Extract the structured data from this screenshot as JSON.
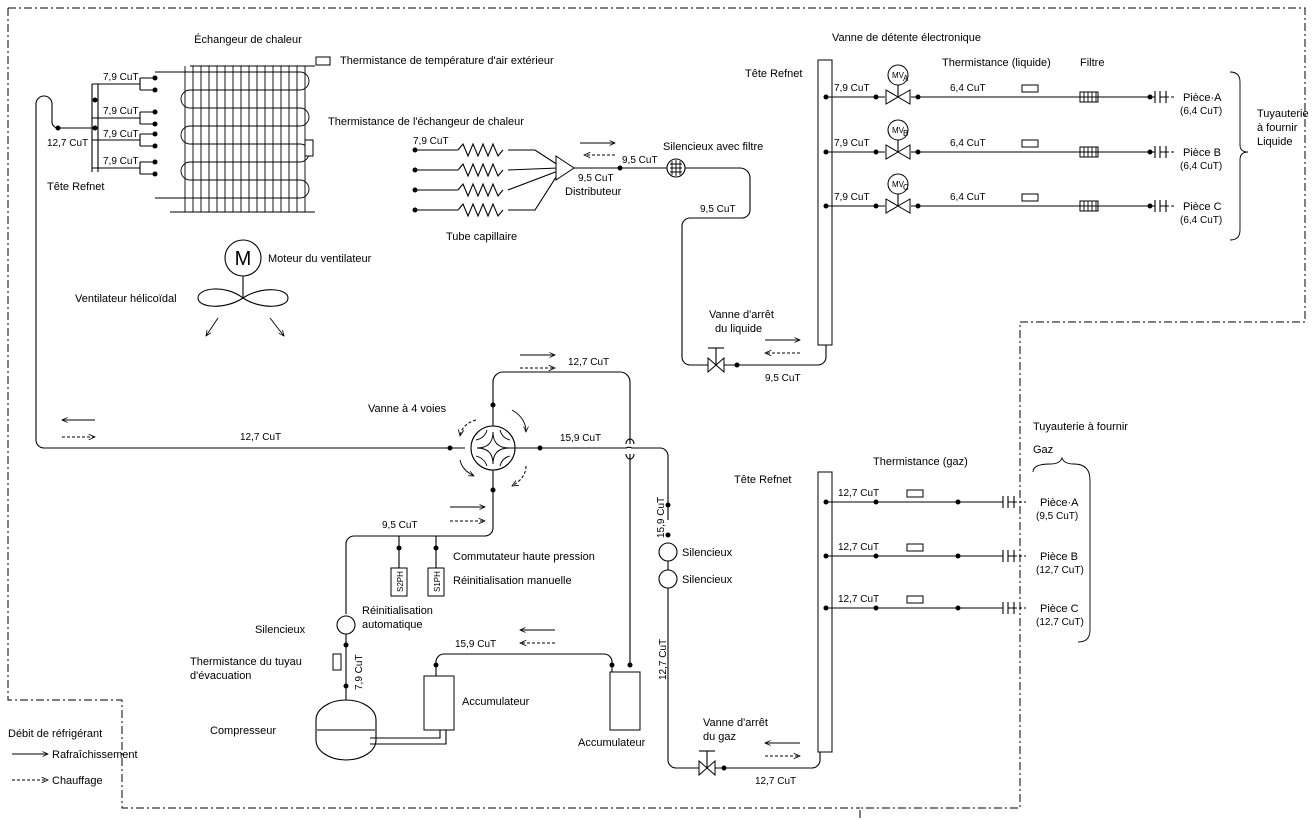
{
  "labels": {
    "heat_exchanger": "Échangeur de chaleur",
    "outdoor_air_thermistor": "Thermistance de température d'air extérieur",
    "hx_thermistor": "Thermistance de l'échangeur de chaleur",
    "refnet_head_left": "Tête Refnet",
    "fan_motor": "Moteur du ventilateur",
    "motor_letter": "M",
    "propeller_fan": "Ventilateur hélicoïdal",
    "capillary_tube": "Tube capillaire",
    "distributor": "Distributeur",
    "muffler_filter": "Silencieux avec filtre",
    "liquid_stop_valve_1": "Vanne d'arrêt",
    "liquid_stop_valve_2": "du liquide",
    "electronic_expansion_valve": "Vanne de détente électronique",
    "refnet_head_top": "Tête Refnet",
    "thermistor_liquid": "Thermistance (liquide)",
    "filter": "Filtre",
    "room_a_liquid": "Pièce·A",
    "room_a_liquid_size": "(6,4 CuT)",
    "room_b_liquid": "Pièce B",
    "room_b_liquid_size": "(6,4 CuT)",
    "room_c_liquid": "Pièce C",
    "room_c_liquid_size": "(6,4 CuT)",
    "liquid_piping_1": "Tuyauterie",
    "liquid_piping_2": "à fournir",
    "liquid_piping_3": "Liquide",
    "four_way_valve": "Vanne à 4 voies",
    "high_pressure_switch": "Commutateur haute pression",
    "manual_reset": "Réinitialisation manuelle",
    "auto_reset_1": "Réinitialisation",
    "auto_reset_2": "automatique",
    "muffler_left": "Silencieux",
    "discharge_thermistor_1": "Thermistance du tuyau",
    "discharge_thermistor_2": "d'évacuation",
    "compressor": "Compresseur",
    "accumulator_1": "Accumulateur",
    "accumulator_2": "Accumulateur",
    "muffler_1": "Silencieux",
    "muffler_2": "Silencieux",
    "refnet_head_bottom": "Tête Refnet",
    "thermistor_gas": "Thermistance (gaz)",
    "gas_piping_1": "Tuyauterie à fournir",
    "gas_piping_2": "Gaz",
    "room_a_gas": "Pièce·A",
    "room_a_gas_size": "(9,5 CuT)",
    "room_b_gas": "Pièce B",
    "room_b_gas_size": "(12,7 CuT)",
    "room_c_gas": "Pièce C",
    "room_c_gas_size": "(12,7 CuT)",
    "gas_stop_valve_1": "Vanne d'arrêt",
    "gas_stop_valve_2": "du gaz",
    "s2ph": "S2PH",
    "s1ph": "S1PH",
    "mv": "MV",
    "mv_a": "A",
    "mv_b": "B",
    "mv_c": "C"
  },
  "legend": {
    "title": "Débit de réfrigérant",
    "cooling": "Rafraîchissement",
    "heating": "Chauffage"
  },
  "pipes": {
    "p79": "7,9 CuT",
    "p64": "6,4 CuT",
    "p95": "9,5 CuT",
    "p127": "12,7 CuT",
    "p159": "15,9 CuT"
  }
}
